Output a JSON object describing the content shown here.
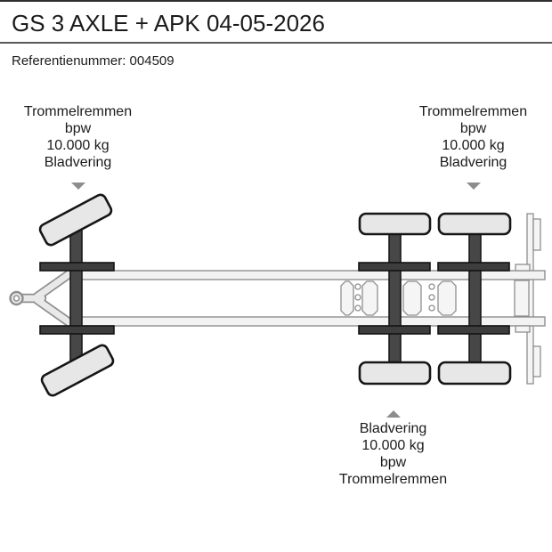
{
  "header": {
    "title": "GS 3 AXLE + APK 04-05-2026",
    "reference": "Referentienummer: 004509"
  },
  "annotations": {
    "front_axle": {
      "lines": [
        "Trommelremmen",
        "bpw",
        "10.000 kg",
        "Bladvering"
      ]
    },
    "rear_axle": {
      "lines": [
        "Trommelremmen",
        "bpw",
        "10.000 kg",
        "Bladvering"
      ]
    },
    "middle_axle": {
      "lines": [
        "Bladvering",
        "10.000 kg",
        "bpw",
        "Trommelremmen"
      ]
    }
  },
  "colors": {
    "background": "#ffffff",
    "text": "#1b1b1b",
    "divider": "#595959",
    "top_border": "#2f2f2f",
    "arrow": "#8d8d8d",
    "wheel_fill": "#e7e7e7",
    "wheel_stroke": "#161616",
    "axle": "#474747",
    "spring": "#3d3d3d",
    "rail_fill": "#f3f3f3",
    "rail_stroke": "#8f8f8f",
    "detail_fill": "#f5f5f5",
    "detail_stroke": "#8f8f8f",
    "drawbar_fill": "#e9e9e9",
    "drawbar_stroke": "#8f8f8f"
  }
}
